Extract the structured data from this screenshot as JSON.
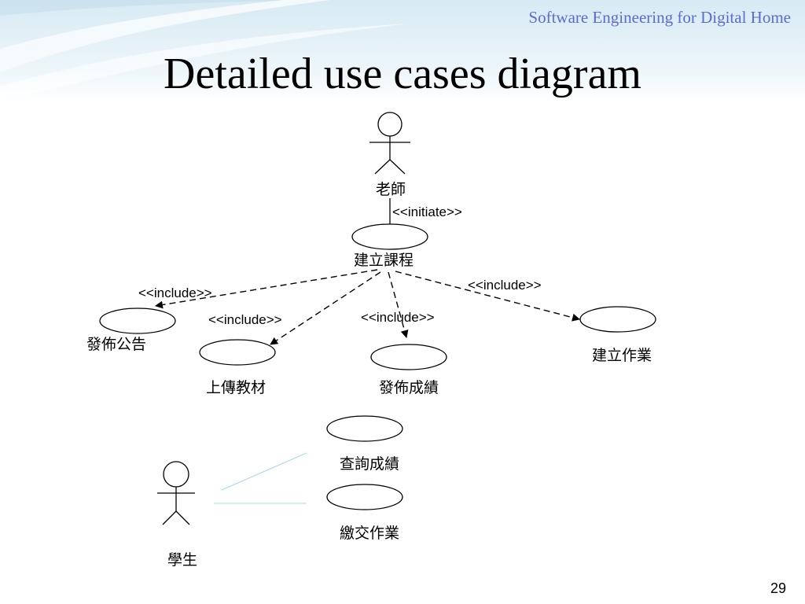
{
  "slide": {
    "header": "Software Engineering for Digital Home",
    "title": "Detailed use cases diagram",
    "page_number": "29"
  },
  "actors": {
    "teacher": "老師",
    "student": "學生"
  },
  "use_cases": {
    "create_course": "建立課程",
    "post_announcement": "發佈公告",
    "upload_material": "上傳教材",
    "publish_grades": "發佈成績",
    "create_assignment": "建立作業",
    "query_grades": "查詢成績",
    "submit_assignment": "繳交作業"
  },
  "stereotypes": {
    "initiate": "<<initiate>>",
    "include_announcement": "<<include>>",
    "include_material": "<<include>>",
    "include_grades": "<<include>>",
    "include_assignment": "<<include>>"
  },
  "colors": {
    "header_text": "#5b6bd6",
    "banner_light": "#e3f0f6",
    "banner_swoosh": "#f6fbfd",
    "student_link": "#a6d8e6",
    "line": "#000000"
  }
}
